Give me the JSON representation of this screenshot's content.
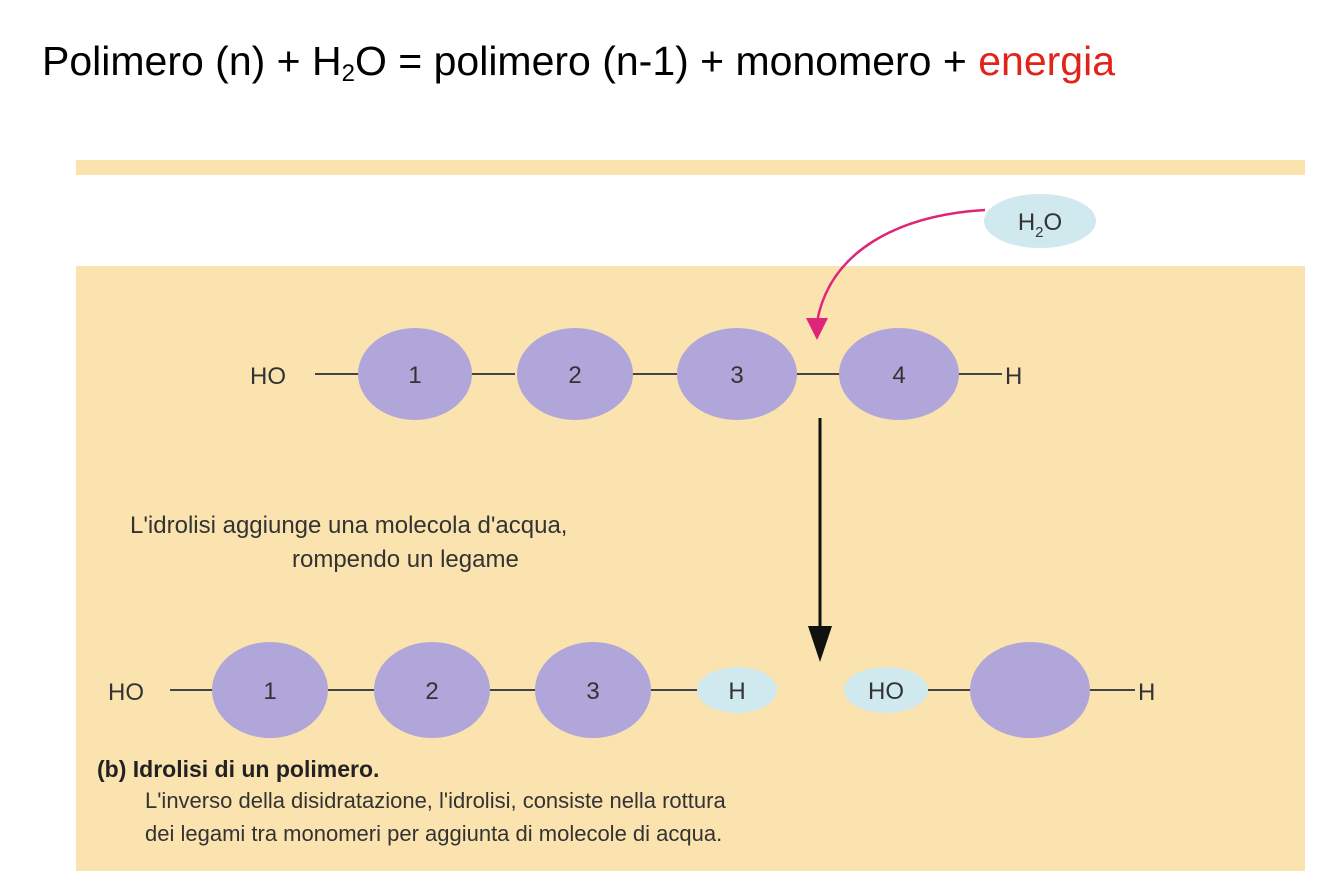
{
  "title": {
    "part1": "Polimero (n) + H",
    "sub": "2",
    "part2": "O = polimero (n-1) + monomero + ",
    "highlight": "energia"
  },
  "colors": {
    "panel": "#fbe3b0",
    "monomer": "#b1a6d9",
    "water": "#cfe9ee",
    "arrow_magenta": "#e0247a",
    "highlight_red": "#e2231a"
  },
  "water": {
    "label_main": "H",
    "label_sub": "2",
    "label_end": "O"
  },
  "top_chain": {
    "left_end": "HO",
    "right_end": "H",
    "monomers": [
      "1",
      "2",
      "3",
      "4"
    ]
  },
  "hydrolysis_note": {
    "line1": "L'idrolisi aggiunge una molecola d'acqua,",
    "line2": "rompendo un legame"
  },
  "bottom_chain": {
    "left_end": "HO",
    "monomers": [
      "1",
      "2",
      "3"
    ],
    "h_cap": "H",
    "ho_cap": "HO",
    "right_end": "H"
  },
  "caption": {
    "heading": "(b) Idrolisi di un polimero.",
    "line1": "L'inverso della disidratazione, l'idrolisi, consiste nella rottura",
    "line2": "dei legami tra monomeri per aggiunta di molecole di acqua."
  }
}
